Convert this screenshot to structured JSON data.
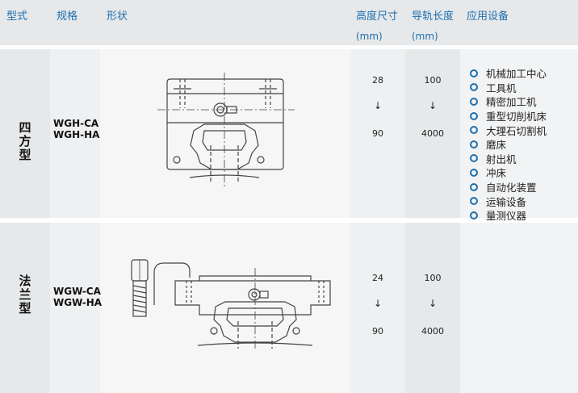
{
  "header": {
    "type": "型式",
    "spec": "规格",
    "shape": "形状",
    "height": "高度尺寸",
    "height_unit": "(mm)",
    "length": "导轨长度",
    "length_unit": "(mm)",
    "application": "应用设备"
  },
  "rows": [
    {
      "type": "四方型",
      "spec_line1": "WGH-CA",
      "spec_line2": "WGH-HA",
      "height_min": "28",
      "height_max": "90",
      "length_min": "100",
      "length_max": "4000",
      "arrow": "↓"
    },
    {
      "type": "法兰型",
      "spec_line1": "WGW-CA",
      "spec_line2": "WGW-HA",
      "height_min": "24",
      "height_max": "90",
      "length_min": "100",
      "length_max": "4000",
      "arrow": "↓"
    }
  ],
  "applications": [
    "机械加工中心",
    "工具机",
    "精密加工机",
    "重型切削机床",
    "大理石切割机",
    "磨床",
    "射出机",
    "冲床",
    "自动化装置",
    "运输设备",
    "量测仪器"
  ],
  "colors": {
    "accent": "#1e6fae",
    "header_bg": "#e6e8ea",
    "cell_bg": "#eef0f1"
  }
}
